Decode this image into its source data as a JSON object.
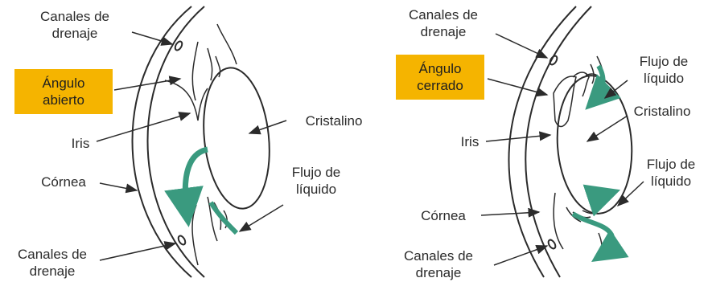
{
  "left_diagram": {
    "drainage_top": "Canales de\ndrenaje",
    "angle": "Ángulo\nabierto",
    "lens": "Cristalino",
    "iris": "Iris",
    "cornea": "Córnea",
    "fluid_flow": "Flujo de\nlíquido",
    "drainage_bottom": "Canales de\ndrenaje"
  },
  "right_diagram": {
    "drainage_top": "Canales de\ndrenaje",
    "angle": "Ángulo\ncerrado",
    "fluid_flow_top": "Flujo de\nlíquido",
    "lens": "Cristalino",
    "iris": "Iris",
    "fluid_flow_bottom": "Flujo de\nlíquido",
    "cornea": "Córnea",
    "drainage_bottom": "Canales de\ndrenaje"
  },
  "colors": {
    "highlight": "#f5b400",
    "flow_arrow": "#3a9a7f",
    "line": "#2b2b2b"
  }
}
